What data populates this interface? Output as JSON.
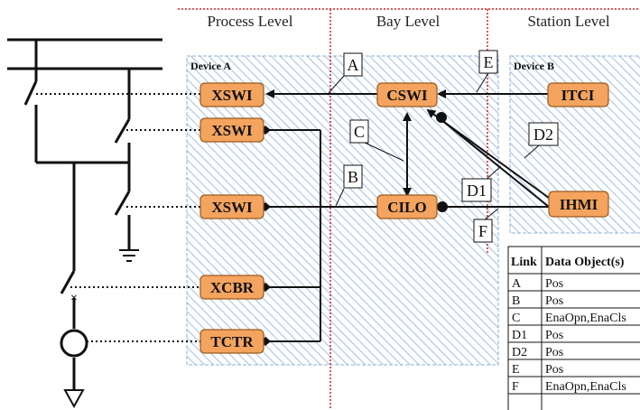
{
  "levels": [
    "Process Level",
    "Bay Level",
    "Station Level"
  ],
  "devices": {
    "a": "Device A",
    "b": "Device B"
  },
  "nodes": {
    "xswi1": "XSWI",
    "xswi2": "XSWI",
    "xswi3": "XSWI",
    "xcbr": "XCBR",
    "tctr": "TCTR",
    "cswi": "CSWI",
    "cilo": "CILO",
    "itci": "ITCI",
    "ihmi": "IHMI"
  },
  "link_labels": {
    "A": "A",
    "B": "B",
    "C": "C",
    "D1": "D1",
    "D2": "D2",
    "E": "E",
    "F": "F"
  },
  "colors": {
    "node_fill": "#F4A45E",
    "node_stroke": "#9B5A1E",
    "hatch": "#A9C4E4",
    "divider": "#D82020"
  },
  "table": {
    "headers": [
      "Link",
      "Data Object(s)"
    ],
    "rows": [
      [
        "A",
        "Pos"
      ],
      [
        "B",
        "Pos"
      ],
      [
        "C",
        "EnaOpn,EnaCls"
      ],
      [
        "D1",
        "Pos"
      ],
      [
        "D2",
        "Pos"
      ],
      [
        "E",
        "Pos"
      ],
      [
        "F",
        "EnaOpn,EnaCls"
      ]
    ]
  }
}
